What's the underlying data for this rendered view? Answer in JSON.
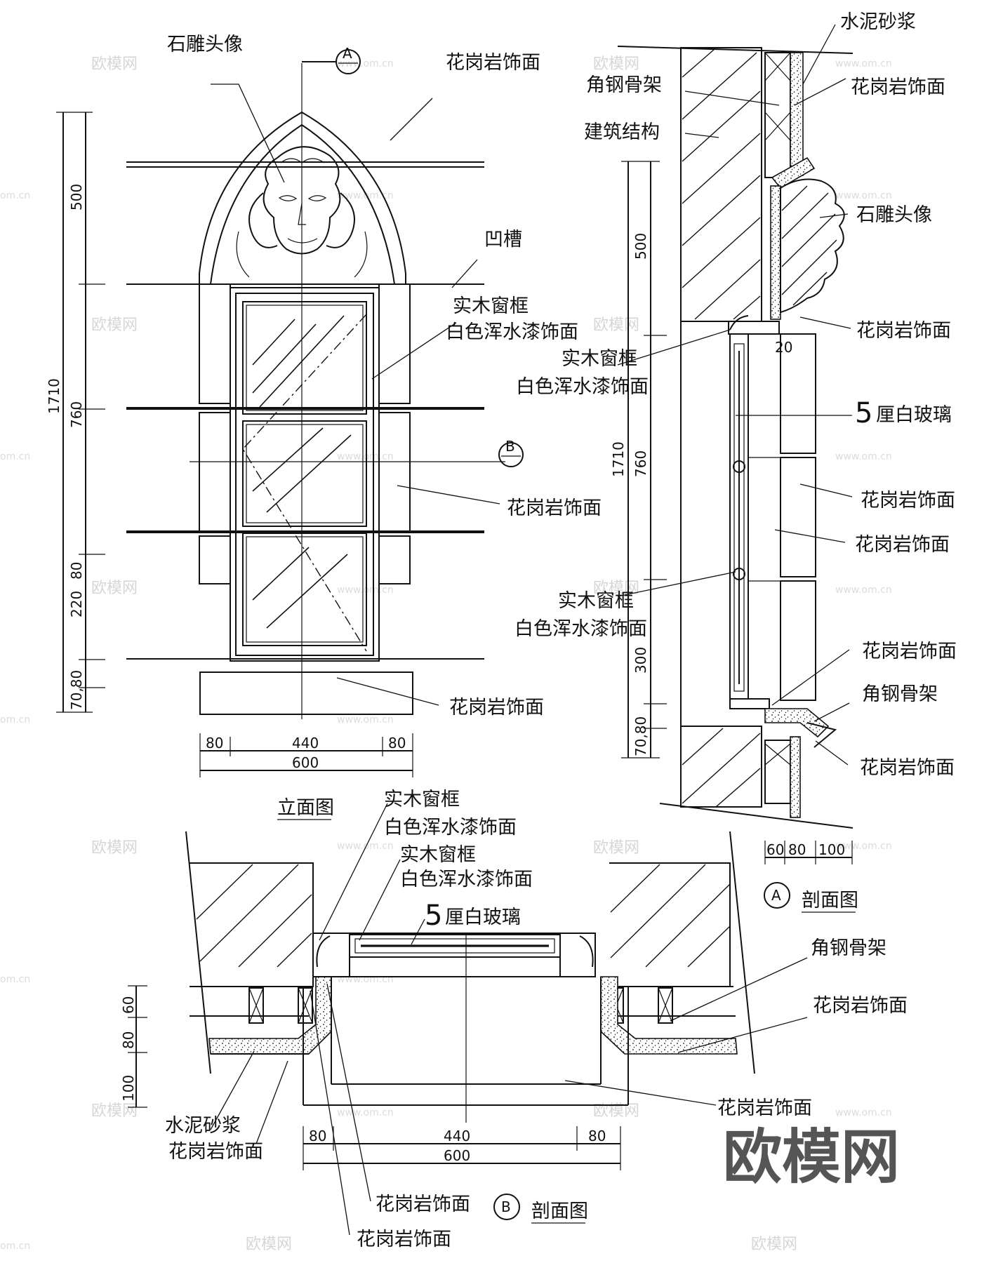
{
  "labels": {
    "stone_head": "石雕头像",
    "granite": "花岗岩饰面",
    "groove": "凹槽",
    "wood_frame": "实木窗框",
    "white_paint": "白色浑水漆饰面",
    "cement_mortar": "水泥砂浆",
    "angle_steel": "角钢骨架",
    "structure": "建筑结构",
    "glass_num": "5",
    "glass_text": "厘白玻璃"
  },
  "titles": {
    "elevation": "立面图",
    "section": "剖面图",
    "marker_a": "A",
    "marker_b": "B"
  },
  "dims": {
    "d1710": "1710",
    "d500": "500",
    "d760": "760",
    "d80": "80",
    "d220": "220",
    "d70_80": "70,80",
    "d300": "300",
    "d440": "440",
    "d600": "600",
    "d60": "60",
    "d100": "100",
    "d20": "20"
  },
  "watermark": {
    "brand": "欧模网",
    "url": "www.om.cn",
    "url_short": "om.cn"
  }
}
